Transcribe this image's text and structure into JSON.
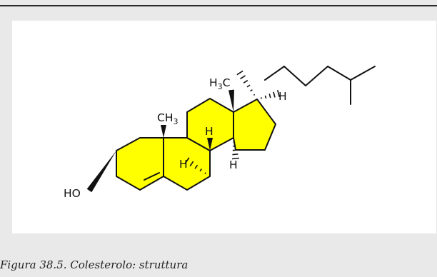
{
  "figure": {
    "caption": "Figura 38.5. Colesterolo: struttura"
  },
  "molecule": {
    "labels": {
      "hydroxyl": "HO",
      "methyl_c10": "CH",
      "methyl_c10_sub": "3",
      "methyl_c13_h": "H",
      "methyl_c13_sub": "3",
      "methyl_c13_c": "C",
      "h_c8": "H",
      "h_c9": "H",
      "h_c14": "H",
      "h_c17": "H"
    },
    "colors": {
      "ring_fill": "#ffff00",
      "bond": "#111111",
      "label": "#111111"
    }
  }
}
